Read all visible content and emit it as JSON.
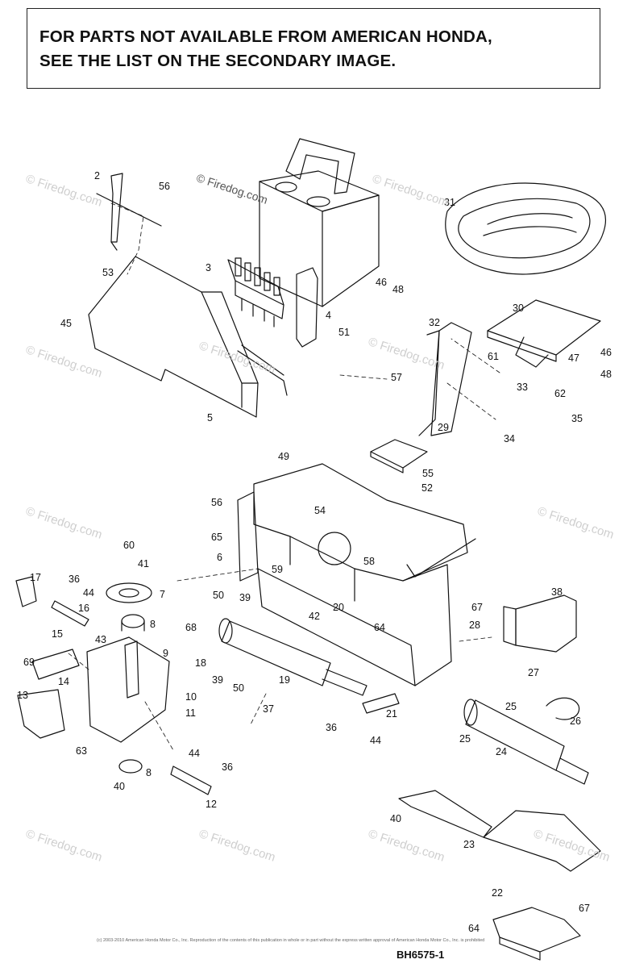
{
  "notice": {
    "line1": "FOR PARTS NOT AVAILABLE FROM AMERICAN HONDA,",
    "line2": "SEE THE LIST ON THE SECONDARY IMAGE."
  },
  "watermark": {
    "text": "© Firedog.com"
  },
  "diagram_code": "BH6575-1",
  "copyright": "(c) 2003-2010 American Honda Motor Co., Inc. Reproduction of the contents of this publication in whole or in part without the express written approval of American Honda Motor Co., Inc. is prohibited",
  "part_labels": {
    "p2": "2",
    "p56a": "56",
    "p31": "31",
    "p3": "3",
    "p53": "53",
    "p46a": "46",
    "p48a": "48",
    "p4": "4",
    "p45": "45",
    "p51": "51",
    "p32": "32",
    "p30": "30",
    "p61": "61",
    "p46b": "46",
    "p47": "47",
    "p48b": "48",
    "p57": "57",
    "p33": "33",
    "p62": "62",
    "p5": "5",
    "p29": "29",
    "p35": "35",
    "p34": "34",
    "p49": "49",
    "p55": "55",
    "p52": "52",
    "p56b": "56",
    "p54": "54",
    "p65": "65",
    "p6": "6",
    "p58": "58",
    "p60": "60",
    "p41": "41",
    "p59": "59",
    "p17": "17",
    "p36a": "36",
    "p44a": "44",
    "p7": "7",
    "p67a": "67",
    "p38": "38",
    "p16": "16",
    "p50a": "50",
    "p39a": "39",
    "p68": "68",
    "p20": "20",
    "p42": "42",
    "p8a": "8",
    "p28": "28",
    "p64a": "64",
    "p15": "15",
    "p43": "43",
    "p9": "9",
    "p69": "69",
    "p18": "18",
    "p14": "14",
    "p39b": "39",
    "p19": "19",
    "p27": "27",
    "p10": "10",
    "p50b": "50",
    "p13": "13",
    "p25a": "25",
    "p11": "11",
    "p37": "37",
    "p21": "21",
    "p26": "26",
    "p36b": "36",
    "p44b": "44",
    "p63": "63",
    "p25b": "25",
    "p24": "24",
    "p44c": "44",
    "p36c": "36",
    "p8b": "8",
    "p40a": "40",
    "p12": "12",
    "p40b": "40",
    "p23": "23",
    "p22": "22",
    "p67b": "67",
    "p64b": "64"
  }
}
